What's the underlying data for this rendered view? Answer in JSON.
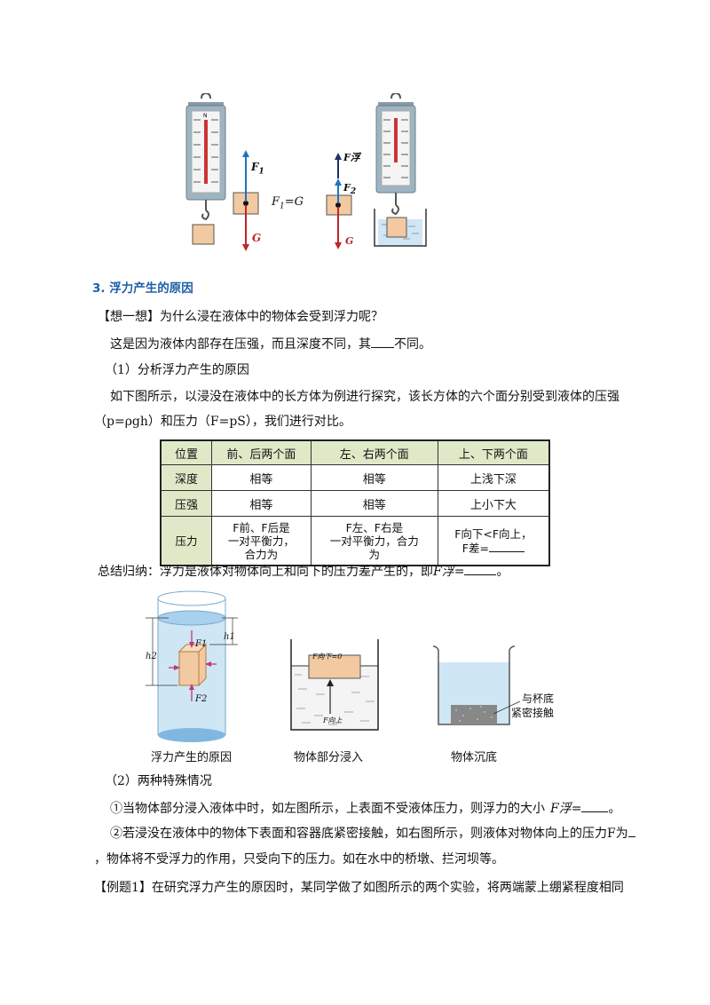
{
  "figure_top": {
    "label_f1": "F",
    "label_f1_sub": "1",
    "label_g1": "G",
    "equation": "F",
    "equation_sub": "1",
    "equation_rest": "=G",
    "label_ffu": "F浮",
    "label_f2": "F",
    "label_f2_sub": "2",
    "label_g2": "G",
    "scale_unit": "N"
  },
  "section_heading": "3. 浮力产生的原因",
  "think": "【想一想】为什么浸在液体中的物体会受到浮力呢？",
  "line1_a": "这是因为液体内部存在压强，而且深度不同，其",
  "line1_b": "不同。",
  "sub1": "（1）分析浮力产生的原因",
  "line2": "如下图所示，以浸没在液体中的长方体为例进行探究，该长方体的六个面分别受到液体的压强",
  "line3": "（p=ρgh）和压力（F=pS），我们进行对比。",
  "table": {
    "header": [
      "位置",
      "前、后两个面",
      "左、右两个面",
      "上、下两个面"
    ],
    "rows": [
      [
        "深度",
        "相等",
        "相等",
        "上浅下深"
      ],
      [
        "压强",
        "相等",
        "相等",
        "上小下大"
      ]
    ],
    "force_label": "压力",
    "force_front_1": "F前、F后是",
    "force_front_2": "一对平衡力，",
    "force_front_3": "合力为",
    "force_side_1": "F左、F右是",
    "force_side_2": "一对平衡力，合力",
    "force_side_3": "为",
    "force_top_1": "F向下<F向上，",
    "force_top_2": "F差="
  },
  "summary_a": "总结归纳：浮力是液体对物体向上和向下的压力差产生的，即",
  "summary_f": "F浮=",
  "summary_end": "。",
  "fig1": {
    "h1": "h1",
    "h2": "h2",
    "f1": "F1",
    "f2": "F2",
    "caption": "浮力产生的原因"
  },
  "fig2": {
    "top_label": "F向下=0",
    "bottom_label": "F向上",
    "caption": "物体部分浸入"
  },
  "fig3": {
    "note_1": "与杯底",
    "note_2": "紧密接触",
    "caption": "物体沉底"
  },
  "sub2": "（2）两种特殊情况",
  "case1_a": "①当物体部分浸入液体中时，如左图所示，上表面不受液体压力，则浮力的大小",
  "case1_f": "F浮=",
  "case1_end": "。",
  "case2": "②若浸没在液体中的物体下表面和容器底紧密接触，如右图所示，则液体对物体向上的压力F为",
  "case2_end": "，物体将不受浮力的作用，只受向下的压力。如在水中的桥墩、拦河坝等。",
  "example": "【例题1】在研究浮力产生的原因时，某同学做了如图所示的两个实验，将两端蒙上绷紧程度相同",
  "colors": {
    "heading": "#1f5fa8",
    "table_head": "#dfe9c8",
    "box": "#f2c9a0",
    "water": "#cfe6f4",
    "arrow_up": "#1e73be",
    "arrow_down": "#c0242a"
  }
}
